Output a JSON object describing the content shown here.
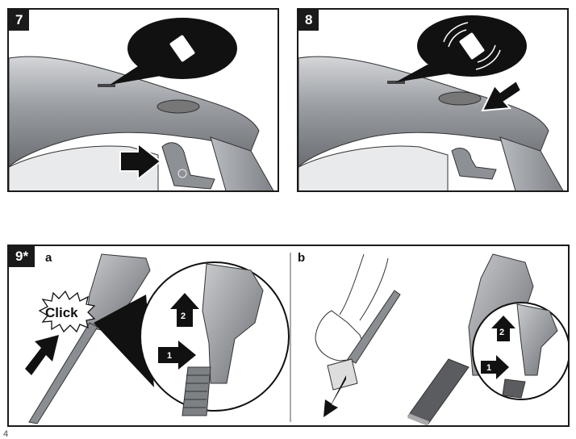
{
  "panels": {
    "p7": {
      "label": "7"
    },
    "p8": {
      "label": "8"
    },
    "p9": {
      "label": "9*",
      "sub_a": "a",
      "sub_b": "b",
      "click": "Click",
      "step1": "1",
      "step2": "2"
    }
  },
  "page_number": "4",
  "colors": {
    "frame": "#1a1a1a",
    "device": "#8a8d92",
    "highlight": "#c9cbce",
    "shadow": "#5a5c60",
    "arrow": "#111111"
  }
}
